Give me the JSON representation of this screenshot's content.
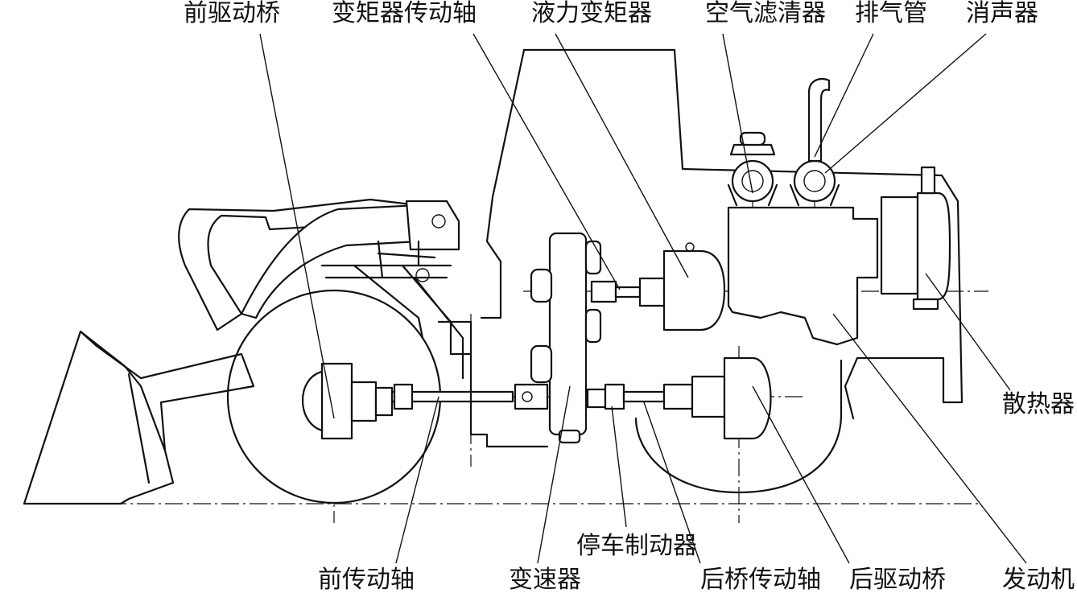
{
  "labels": {
    "front_axle": "前驱动桥",
    "converter_shaft": "变矩器传动轴",
    "torque_converter": "液力变矩器",
    "air_filter": "空气滤清器",
    "exhaust_pipe": "排气管",
    "muffler": "消声器",
    "radiator": "散热器",
    "front_drive_shaft": "前传动轴",
    "gearbox": "变速器",
    "parking_brake": "停车制动器",
    "rear_drive_shaft": "后桥传动轴",
    "rear_axle": "后驱动桥",
    "engine": "发动机"
  }
}
